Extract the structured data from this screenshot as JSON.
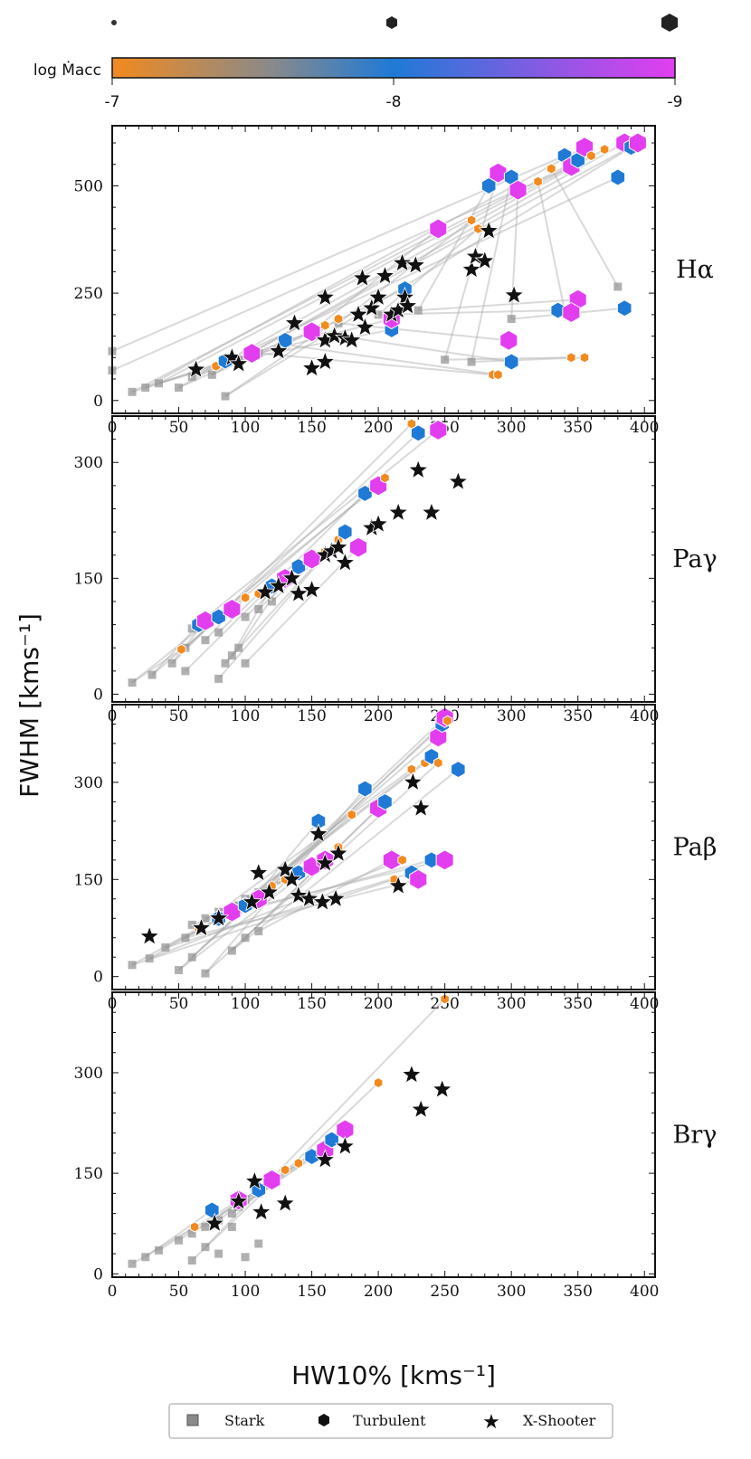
{
  "colorbar": {
    "label": "log Ṁacc",
    "ticks": [
      "-7",
      "-8",
      "-9"
    ],
    "colors": [
      "#f28a1e",
      "#8a8a8a",
      "#1f7ad6",
      "#e23ef0"
    ]
  },
  "axes": {
    "xlabel": "HW10% [kms⁻¹]",
    "ylabel": "FWHM [kms⁻¹]"
  },
  "legend": {
    "stark": "Stark",
    "turbulent": "Turbulent",
    "xshooter": "X-Shooter"
  },
  "chart_data": [
    {
      "type": "scatter",
      "line": "Hα",
      "xlim": [
        0,
        408
      ],
      "ylim": [
        -30,
        640
      ],
      "xticks": [
        0,
        50,
        100,
        150,
        200,
        250,
        300,
        350,
        400
      ],
      "yticks": [
        0,
        250,
        500
      ],
      "series": [
        {
          "name": "Stark",
          "points": [
            [
              15,
              20
            ],
            [
              25,
              30
            ],
            [
              35,
              40
            ],
            [
              50,
              30
            ],
            [
              60,
              55
            ],
            [
              75,
              60
            ],
            [
              85,
              10
            ],
            [
              95,
              95
            ],
            [
              110,
              110
            ],
            [
              130,
              130
            ],
            [
              150,
              160
            ],
            [
              170,
              180
            ],
            [
              200,
              200
            ],
            [
              230,
              210
            ],
            [
              250,
              95
            ],
            [
              270,
              90
            ],
            [
              300,
              190
            ],
            [
              340,
              210
            ],
            [
              380,
              265
            ],
            [
              0,
              115
            ],
            [
              0,
              70
            ]
          ]
        },
        {
          "name": "Turbulent",
          "points": [
            [
              78,
              80
            ],
            [
              85,
              92
            ],
            [
              105,
              110
            ],
            [
              130,
              140
            ],
            [
              150,
              160
            ],
            [
              160,
              175
            ],
            [
              170,
              190
            ],
            [
              210,
              165
            ],
            [
              210,
              190
            ],
            [
              220,
              260
            ],
            [
              245,
              400
            ],
            [
              270,
              420
            ],
            [
              275,
              400
            ],
            [
              283,
              500
            ],
            [
              290,
              530
            ],
            [
              300,
              520
            ],
            [
              305,
              490
            ],
            [
              320,
              510
            ],
            [
              330,
              540
            ],
            [
              340,
              570
            ],
            [
              345,
              545
            ],
            [
              350,
              560
            ],
            [
              355,
              590
            ],
            [
              360,
              570
            ],
            [
              370,
              585
            ],
            [
              380,
              520
            ],
            [
              385,
              600
            ],
            [
              390,
              590
            ],
            [
              395,
              600
            ],
            [
              286,
              60
            ],
            [
              290,
              60
            ],
            [
              300,
              90
            ],
            [
              298,
              140
            ],
            [
              335,
              210
            ],
            [
              350,
              235
            ],
            [
              345,
              100
            ],
            [
              355,
              100
            ],
            [
              385,
              215
            ],
            [
              345,
              205
            ]
          ]
        },
        {
          "name": "X-Shooter",
          "points": [
            [
              63,
              72
            ],
            [
              90,
              100
            ],
            [
              95,
              85
            ],
            [
              125,
              115
            ],
            [
              137,
              180
            ],
            [
              150,
              75
            ],
            [
              160,
              90
            ],
            [
              160,
              140
            ],
            [
              160,
              240
            ],
            [
              167,
              150
            ],
            [
              175,
              145
            ],
            [
              180,
              140
            ],
            [
              185,
              200
            ],
            [
              188,
              285
            ],
            [
              190,
              170
            ],
            [
              195,
              215
            ],
            [
              200,
              240
            ],
            [
              205,
              290
            ],
            [
              210,
              200
            ],
            [
              215,
              210
            ],
            [
              218,
              320
            ],
            [
              220,
              240
            ],
            [
              222,
              220
            ],
            [
              228,
              315
            ],
            [
              270,
              305
            ],
            [
              273,
              335
            ],
            [
              280,
              325
            ],
            [
              283,
              395
            ],
            [
              302,
              245
            ]
          ]
        }
      ]
    },
    {
      "type": "scatter",
      "line": "Paγ",
      "xlim": [
        0,
        408
      ],
      "ylim": [
        -10,
        360
      ],
      "xticks": [
        0,
        50,
        100,
        150,
        200,
        250,
        300,
        350,
        400
      ],
      "yticks": [
        0,
        150,
        300
      ],
      "series": [
        {
          "name": "Stark",
          "points": [
            [
              15,
              15
            ],
            [
              30,
              25
            ],
            [
              45,
              40
            ],
            [
              55,
              60
            ],
            [
              60,
              85
            ],
            [
              70,
              70
            ],
            [
              80,
              80
            ],
            [
              90,
              50
            ],
            [
              95,
              60
            ],
            [
              100,
              100
            ],
            [
              110,
              110
            ],
            [
              120,
              120
            ],
            [
              80,
              20
            ],
            [
              85,
              40
            ],
            [
              100,
              40
            ],
            [
              55,
              30
            ]
          ]
        },
        {
          "name": "Turbulent",
          "points": [
            [
              52,
              58
            ],
            [
              65,
              90
            ],
            [
              70,
              95
            ],
            [
              80,
              100
            ],
            [
              90,
              110
            ],
            [
              100,
              125
            ],
            [
              110,
              130
            ],
            [
              120,
              140
            ],
            [
              130,
              150
            ],
            [
              140,
              165
            ],
            [
              150,
              175
            ],
            [
              160,
              185
            ],
            [
              170,
              200
            ],
            [
              175,
              210
            ],
            [
              185,
              190
            ],
            [
              190,
              260
            ],
            [
              200,
              270
            ],
            [
              205,
              280
            ],
            [
              225,
              350
            ],
            [
              230,
              338
            ],
            [
              245,
              342
            ]
          ]
        },
        {
          "name": "X-Shooter",
          "points": [
            [
              115,
              132
            ],
            [
              125,
              140
            ],
            [
              135,
              150
            ],
            [
              140,
              130
            ],
            [
              150,
              135
            ],
            [
              160,
              180
            ],
            [
              165,
              185
            ],
            [
              170,
              190
            ],
            [
              175,
              170
            ],
            [
              195,
              215
            ],
            [
              200,
              220
            ],
            [
              215,
              235
            ],
            [
              230,
              290
            ],
            [
              240,
              235
            ],
            [
              260,
              275
            ]
          ]
        }
      ]
    },
    {
      "type": "scatter",
      "line": "Paβ",
      "xlim": [
        0,
        408
      ],
      "ylim": [
        -20,
        420
      ],
      "xticks": [
        0,
        50,
        100,
        150,
        200,
        250,
        300,
        350,
        400
      ],
      "yticks": [
        0,
        150,
        300
      ],
      "series": [
        {
          "name": "Stark",
          "points": [
            [
              15,
              18
            ],
            [
              28,
              28
            ],
            [
              40,
              45
            ],
            [
              55,
              60
            ],
            [
              60,
              80
            ],
            [
              70,
              90
            ],
            [
              80,
              100
            ],
            [
              95,
              110
            ],
            [
              100,
              120
            ],
            [
              110,
              130
            ],
            [
              120,
              140
            ],
            [
              50,
              10
            ],
            [
              60,
              30
            ],
            [
              70,
              5
            ],
            [
              90,
              40
            ],
            [
              100,
              60
            ],
            [
              110,
              70
            ]
          ]
        },
        {
          "name": "Turbulent",
          "points": [
            [
              65,
              75
            ],
            [
              80,
              90
            ],
            [
              90,
              100
            ],
            [
              100,
              110
            ],
            [
              110,
              120
            ],
            [
              120,
              140
            ],
            [
              130,
              150
            ],
            [
              140,
              160
            ],
            [
              150,
              170
            ],
            [
              155,
              240
            ],
            [
              160,
              180
            ],
            [
              170,
              200
            ],
            [
              180,
              250
            ],
            [
              190,
              290
            ],
            [
              200,
              260
            ],
            [
              205,
              270
            ],
            [
              210,
              180
            ],
            [
              212,
              150
            ],
            [
              218,
              180
            ],
            [
              225,
              160
            ],
            [
              230,
              150
            ],
            [
              240,
              180
            ],
            [
              250,
              180
            ],
            [
              225,
              320
            ],
            [
              235,
              330
            ],
            [
              240,
              340
            ],
            [
              245,
              370
            ],
            [
              248,
              390
            ],
            [
              250,
              400
            ],
            [
              252,
              395
            ],
            [
              245,
              330
            ],
            [
              260,
              320
            ]
          ]
        },
        {
          "name": "X-Shooter",
          "points": [
            [
              28,
              62
            ],
            [
              67,
              75
            ],
            [
              80,
              90
            ],
            [
              105,
              115
            ],
            [
              110,
              160
            ],
            [
              118,
              130
            ],
            [
              130,
              165
            ],
            [
              135,
              150
            ],
            [
              140,
              125
            ],
            [
              148,
              120
            ],
            [
              155,
              220
            ],
            [
              158,
              115
            ],
            [
              160,
              175
            ],
            [
              168,
              120
            ],
            [
              170,
              190
            ],
            [
              215,
              140
            ],
            [
              226,
              300
            ],
            [
              232,
              260
            ]
          ]
        }
      ]
    },
    {
      "type": "scatter",
      "line": "Brγ",
      "xlim": [
        0,
        408
      ],
      "ylim": [
        -5,
        420
      ],
      "xticks": [
        0,
        50,
        100,
        150,
        200,
        250,
        300,
        350,
        400
      ],
      "yticks": [
        0,
        150,
        300
      ],
      "series": [
        {
          "name": "Stark",
          "points": [
            [
              15,
              15
            ],
            [
              25,
              25
            ],
            [
              35,
              35
            ],
            [
              50,
              50
            ],
            [
              60,
              60
            ],
            [
              70,
              70
            ],
            [
              80,
              80
            ],
            [
              90,
              90
            ],
            [
              95,
              100
            ],
            [
              100,
              110
            ],
            [
              110,
              120
            ],
            [
              60,
              20
            ],
            [
              70,
              40
            ],
            [
              80,
              30
            ],
            [
              100,
              25
            ],
            [
              110,
              45
            ],
            [
              90,
              70
            ]
          ]
        },
        {
          "name": "Turbulent",
          "points": [
            [
              62,
              70
            ],
            [
              75,
              95
            ],
            [
              95,
              110
            ],
            [
              110,
              125
            ],
            [
              120,
              140
            ],
            [
              130,
              155
            ],
            [
              140,
              165
            ],
            [
              150,
              175
            ],
            [
              160,
              185
            ],
            [
              165,
              200
            ],
            [
              175,
              215
            ],
            [
              200,
              285
            ],
            [
              250,
              410
            ]
          ]
        },
        {
          "name": "X-Shooter",
          "points": [
            [
              77,
              75
            ],
            [
              95,
              108
            ],
            [
              107,
              138
            ],
            [
              112,
              92
            ],
            [
              130,
              105
            ],
            [
              160,
              170
            ],
            [
              175,
              190
            ],
            [
              225,
              297
            ],
            [
              232,
              245
            ],
            [
              248,
              275
            ]
          ]
        }
      ]
    }
  ]
}
